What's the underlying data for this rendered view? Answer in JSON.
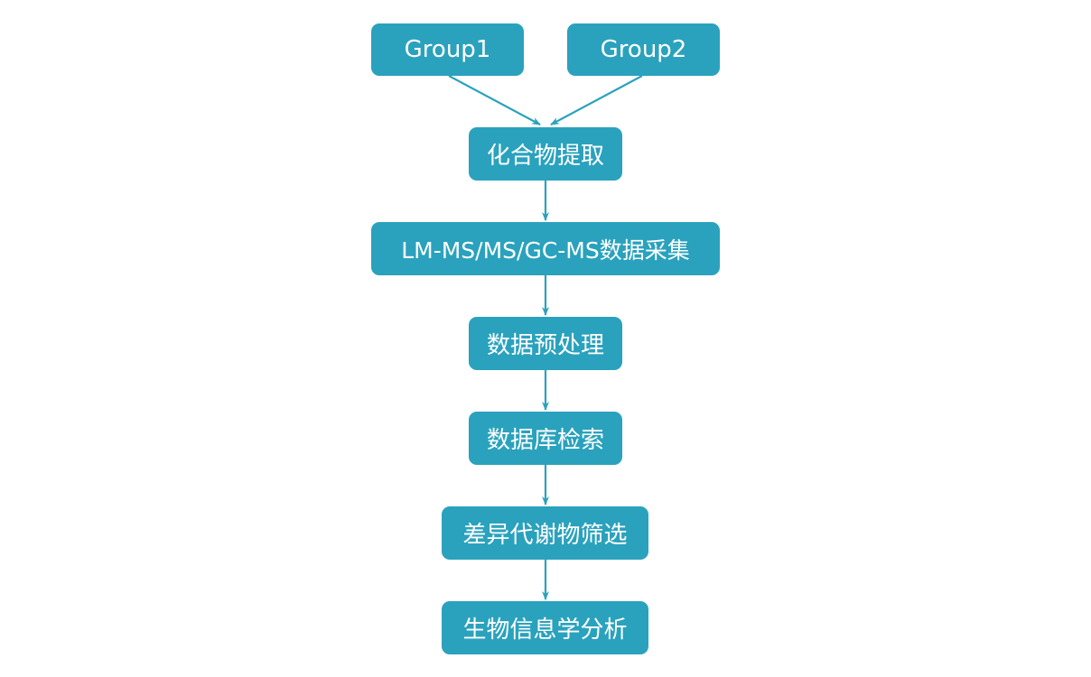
{
  "diagram": {
    "accent_color": "#2aa2bd",
    "text_color": "#ffffff",
    "nodes": {
      "group1": "Group1",
      "group2": "Group2",
      "extraction": "化合物提取",
      "acquisition": "LM-MS/MS/GC-MS数据采集",
      "preprocessing": "数据预处理",
      "database_search": "数据库检索",
      "differential_screening": "差异代谢物筛选",
      "bioinformatics": "生物信息学分析"
    },
    "edges": [
      {
        "from": "group1",
        "to": "extraction"
      },
      {
        "from": "group2",
        "to": "extraction"
      },
      {
        "from": "extraction",
        "to": "acquisition"
      },
      {
        "from": "acquisition",
        "to": "preprocessing"
      },
      {
        "from": "preprocessing",
        "to": "database_search"
      },
      {
        "from": "database_search",
        "to": "differential_screening"
      },
      {
        "from": "differential_screening",
        "to": "bioinformatics"
      }
    ]
  }
}
